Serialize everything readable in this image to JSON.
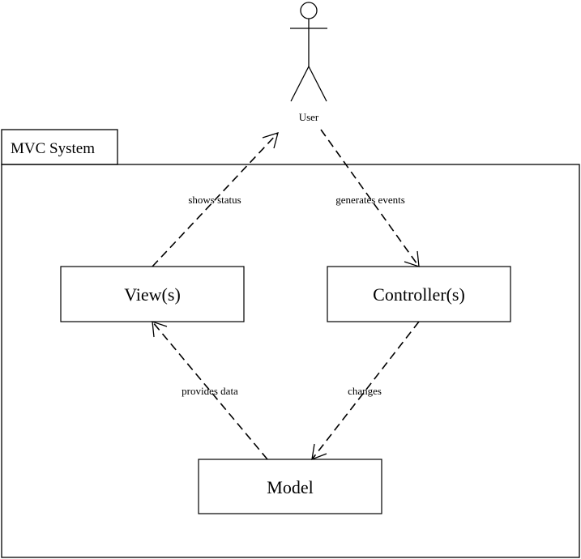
{
  "package": {
    "name": "MVC System"
  },
  "actor": {
    "label": "User"
  },
  "components": {
    "view": "View(s)",
    "controller": "Controller(s)",
    "model": "Model"
  },
  "edges": {
    "view_to_user": "shows status",
    "user_to_controller": "generates events",
    "model_to_view": "provides data",
    "controller_to_model": "changes"
  }
}
